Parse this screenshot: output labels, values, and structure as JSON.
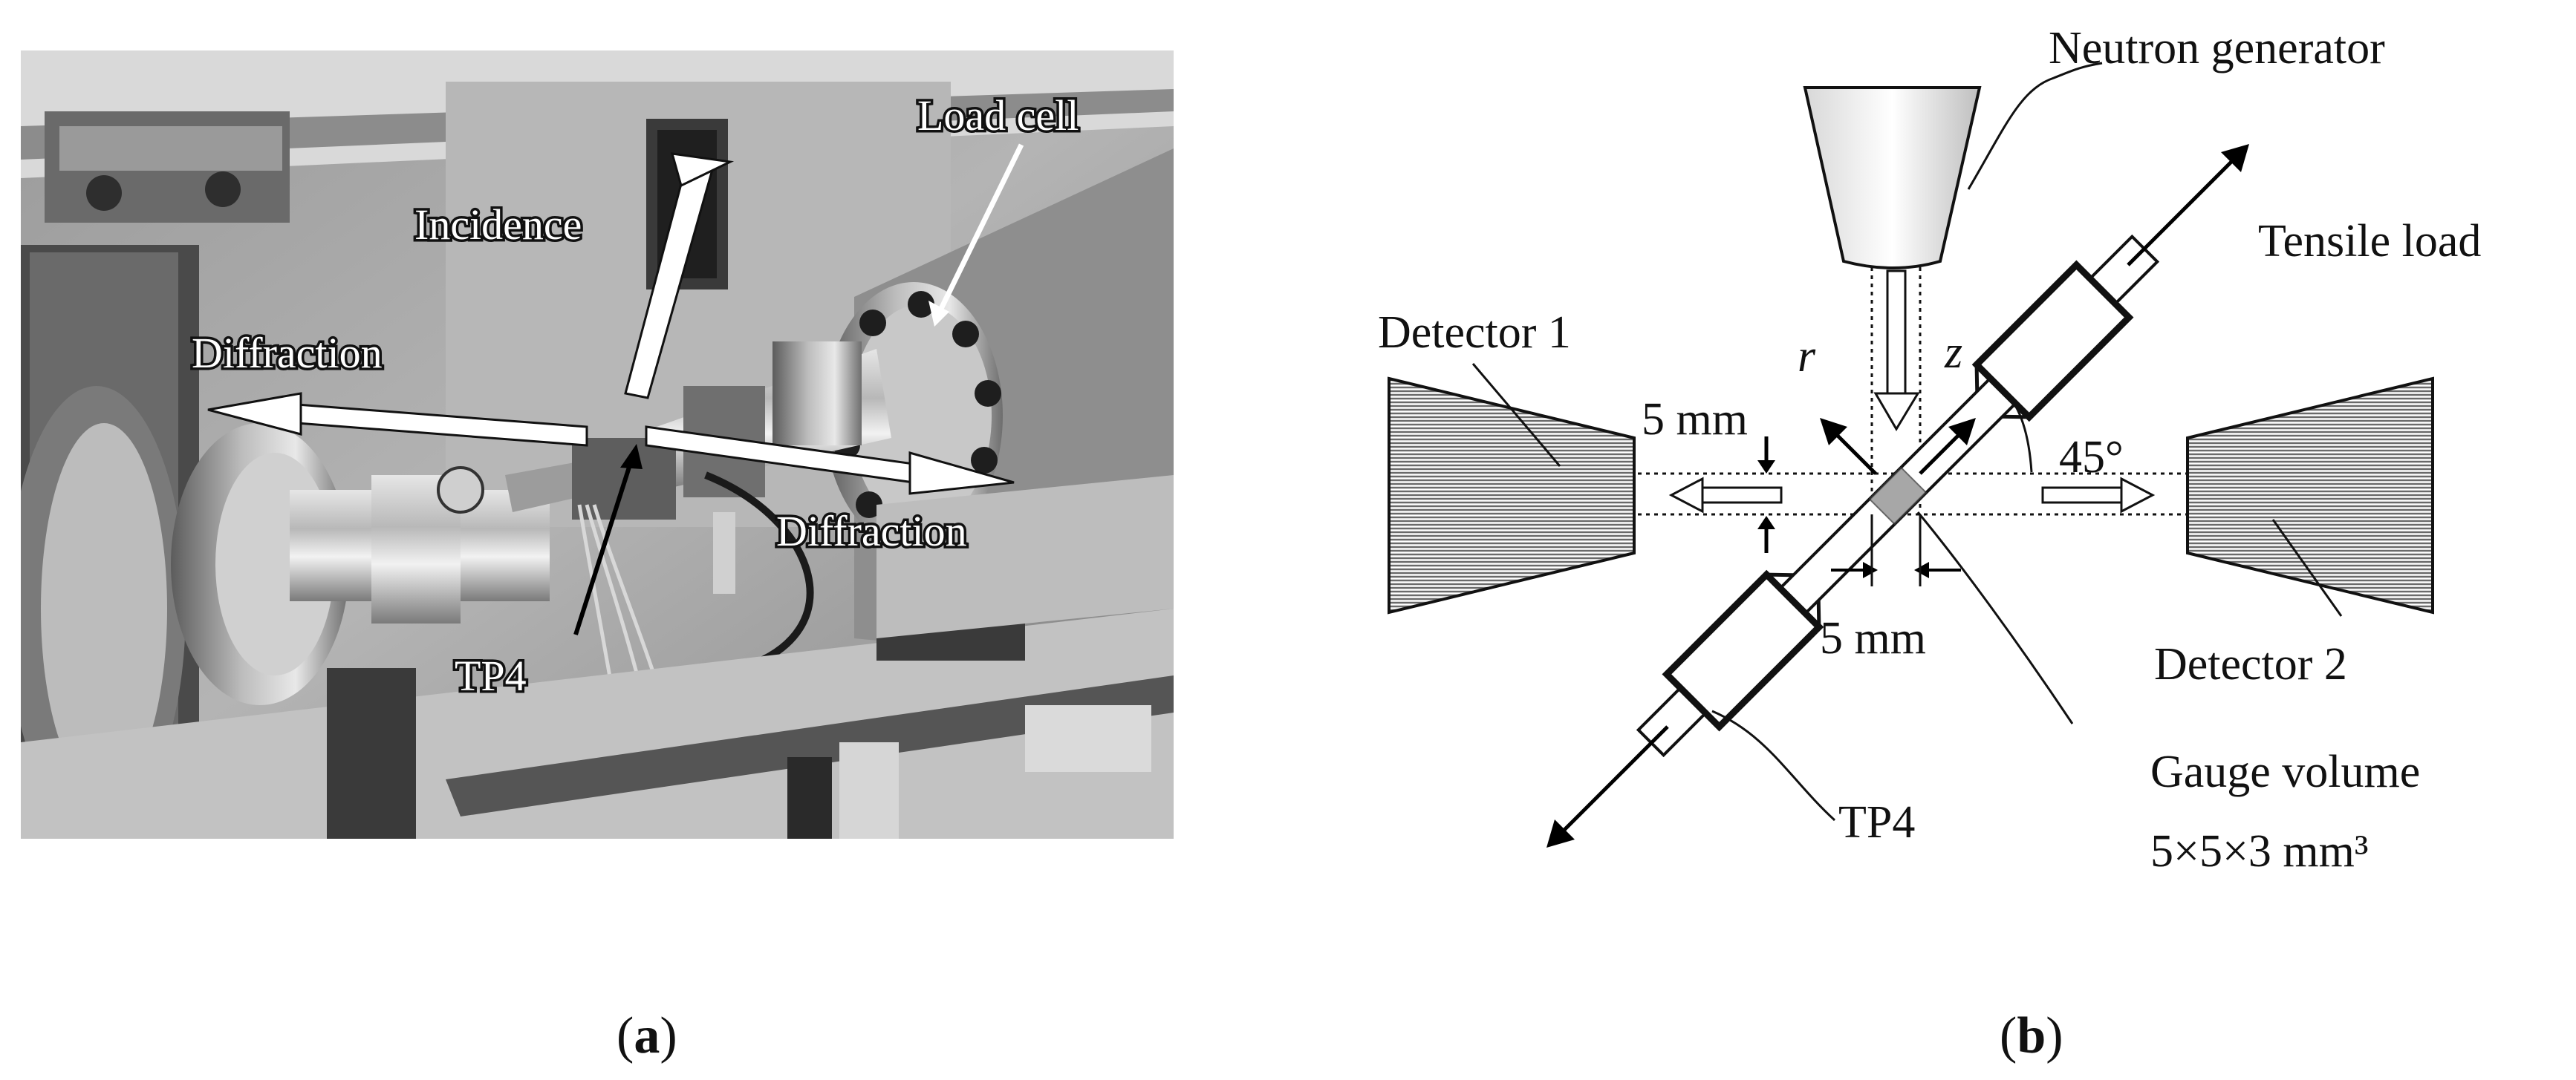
{
  "panel_a": {
    "labels": {
      "load_cell": "Load cell",
      "incidence": "Incidence",
      "diffraction_left": "Diffraction",
      "diffraction_right": "Diffraction",
      "tp4": "TP4"
    },
    "caption": {
      "open": "(",
      "letter": "a",
      "close": ")"
    }
  },
  "panel_b": {
    "labels": {
      "neutron_generator": "Neutron generator",
      "tensile_load": "Tensile load",
      "detector_1": "Detector 1",
      "detector_2": "Detector 2",
      "r_axis": "r",
      "z_axis": "z",
      "gauge_height": "5 mm",
      "gauge_width": "5 mm",
      "angle": "45°",
      "tp4": "TP4",
      "gauge_volume_title": "Gauge volume",
      "gauge_volume_size": "5×5×3 mm³"
    },
    "caption": {
      "open": "(",
      "letter": "b",
      "close": ")"
    }
  }
}
